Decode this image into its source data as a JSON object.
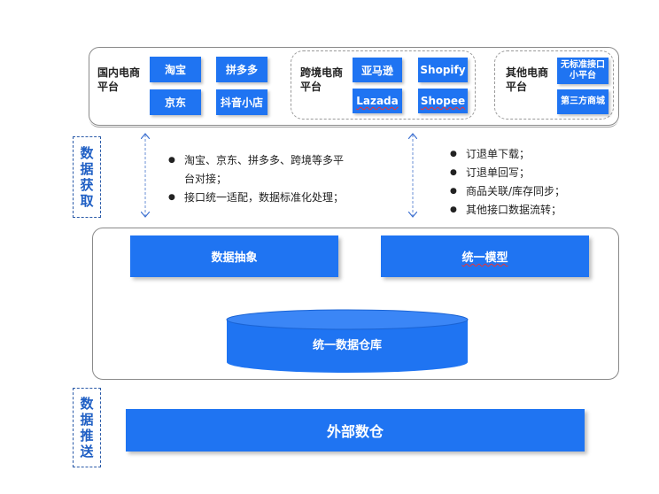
{
  "top": {
    "domestic": {
      "label": "国内电商平台",
      "items": [
        "淘宝",
        "拼多多",
        "京东",
        "抖音小店"
      ]
    },
    "cross_border": {
      "label": "跨境电商平台",
      "items": [
        "亚马逊",
        "Shopify",
        "Lazada",
        "Shopee"
      ]
    },
    "other": {
      "label": "其他电商平台",
      "items": [
        "无标准接口小平台",
        "第三方商城"
      ]
    }
  },
  "side": {
    "acquire": "数据获取",
    "push": "数据推送"
  },
  "notes_left": [
    "淘宝、京东、拼多多、跨境等多平台对接；",
    "接口统一适配，数据标准化处理；"
  ],
  "notes_right": [
    "订退单下载；",
    "订退单回写；",
    "商品关联/库存同步；",
    "其他接口数据流转；"
  ],
  "middle": {
    "extract": "数据抽象",
    "model": "统一模型",
    "warehouse": "统一数据仓库"
  },
  "bottom": {
    "external": "外部数仓"
  },
  "colors": {
    "primary": "#1f74f2",
    "side_text": "#1f5fc4",
    "arrow": "#3b6fd1"
  }
}
